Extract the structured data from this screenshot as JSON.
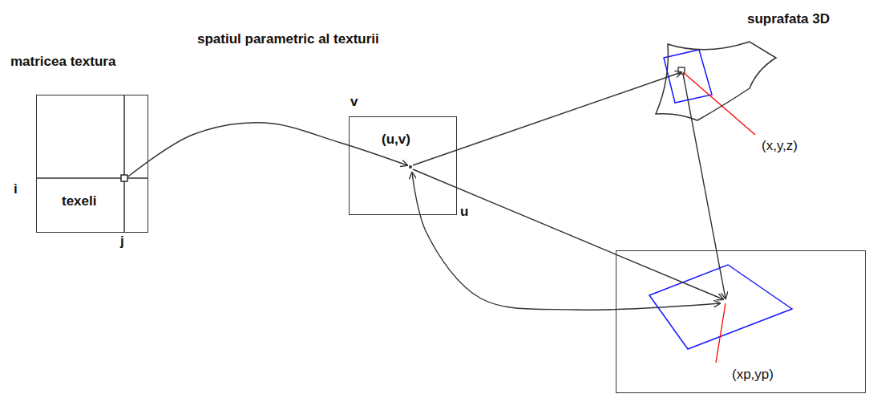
{
  "diagram": {
    "nodes": [
      {
        "text": [
          "matricea textura",
          "texeli"
        ]
      },
      {
        "text": [
          "spatiul parametric al texturii",
          "(u,v)"
        ]
      },
      {
        "text": [
          "suprafata 3D",
          "(x,y,z)"
        ]
      },
      {
        "text": [
          "(xp,yp)"
        ]
      }
    ],
    "edges": [
      {
        "from": 0,
        "to": 1,
        "arrow": "to"
      },
      {
        "from": 1,
        "to": 2,
        "arrow": "to"
      },
      {
        "from": 1,
        "to": 3,
        "arrow": "to"
      },
      {
        "from": 3,
        "to": 1,
        "arrow": "both"
      },
      {
        "from": 2,
        "to": 3,
        "arrow": "to"
      }
    ],
    "labels": [
      "i",
      "j",
      "v",
      "u"
    ]
  }
}
